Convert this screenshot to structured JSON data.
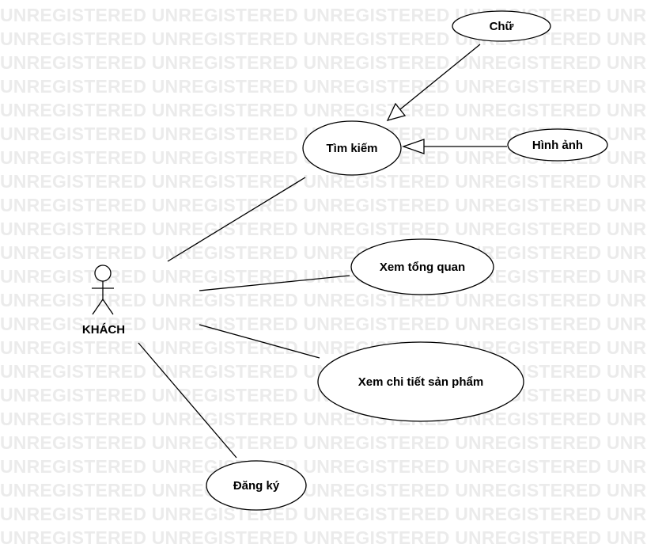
{
  "watermark": {
    "text": "UNREGISTERED"
  },
  "actor": {
    "label": "KHÁCH"
  },
  "use_cases": {
    "chu": "Chữ",
    "tim_kiem": "Tìm kiếm",
    "hinh_anh": "Hình ảnh",
    "xem_tong_quan": "Xem tổng quan",
    "xem_chi_tiet": "Xem chi tiết sản phẩm",
    "dang_ky": "Đăng ký"
  }
}
